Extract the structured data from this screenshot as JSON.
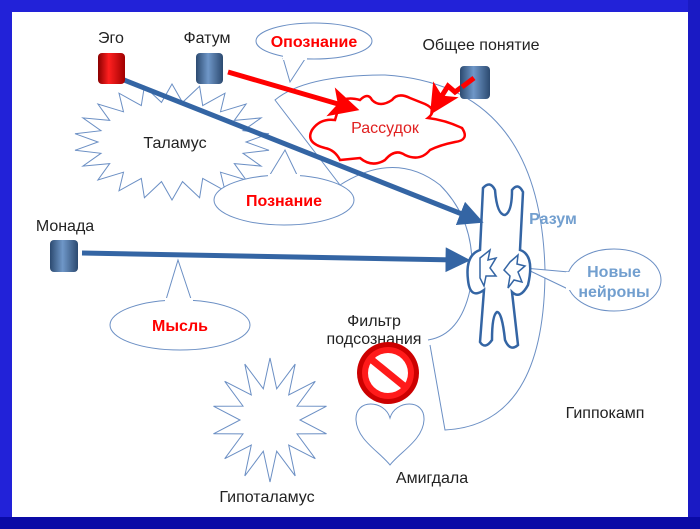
{
  "labels": {
    "ego": "Эго",
    "fatum": "Фатум",
    "opoznanie": "Опознание",
    "obshchee_ponyatie": "Общее понятие",
    "rassudok": "Рассудок",
    "talamus": "Таламус",
    "poznanie": "Познание",
    "razum": "Разум",
    "monada": "Монада",
    "novye_neyrony_1": "Новые",
    "novye_neyrony_2": "нейроны",
    "mysl": "Мысль",
    "filtr_1": "Фильтр",
    "filtr_2": "подсознания",
    "gippokamp": "Гиппокамп",
    "amigdala": "Амигдала",
    "gipotalamus": "Гипоталамус"
  },
  "colors": {
    "frame": "#2222d8",
    "red": "#ff0000",
    "arrow_blue": "#3465a4",
    "outline_blue": "#6b8fc4",
    "razum_text": "#729fcf"
  }
}
